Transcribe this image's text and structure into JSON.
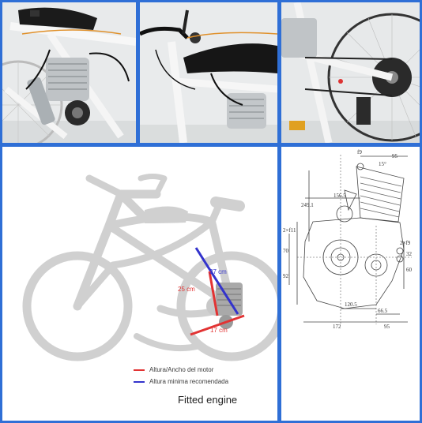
{
  "bike_diagram": {
    "labels": {
      "height": "25 cm",
      "min_height": "27 cm",
      "width": "17 cm"
    },
    "legend": {
      "engine": {
        "text": "Altura/Ancho del motor",
        "color": "#e23333"
      },
      "minimum": {
        "text": "Altura minima recomendada",
        "color": "#3333cc"
      }
    },
    "caption": "Fitted engine"
  },
  "engine_drawing": {
    "dimensions": [
      "f9",
      "95",
      "15°",
      "156.5",
      "249.1",
      "2×f11",
      "70",
      "92",
      "120.5",
      "66.5",
      "172",
      "95",
      "2×f9",
      "32",
      "60"
    ]
  },
  "colors": {
    "border": "#2f6fd6",
    "bike_silhouette": "#d0d0d0",
    "engine_line": "#e23333",
    "min_line": "#3333cc"
  }
}
